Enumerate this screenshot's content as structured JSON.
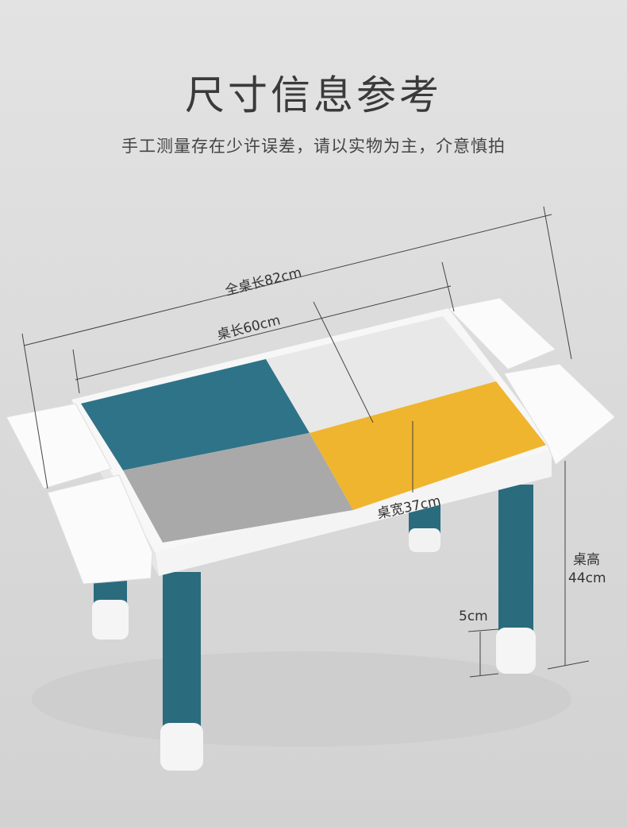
{
  "title": "尺寸信息参考",
  "subtitle": "手工测量存在少许误差，请以实物为主，介意慎拍",
  "dimensions": {
    "full_length": "全桌长82cm",
    "table_length": "桌长60cm",
    "table_width": "桌宽37cm",
    "height_label": "桌高",
    "height_value": "44cm",
    "foot_height": "5cm"
  },
  "colors": {
    "blue_plate": "#2f7388",
    "white_plate": "#e8e8e8",
    "gray_plate": "#a9a9a9",
    "yellow_plate": "#f0b52e",
    "leg": "#2a6b7e"
  }
}
